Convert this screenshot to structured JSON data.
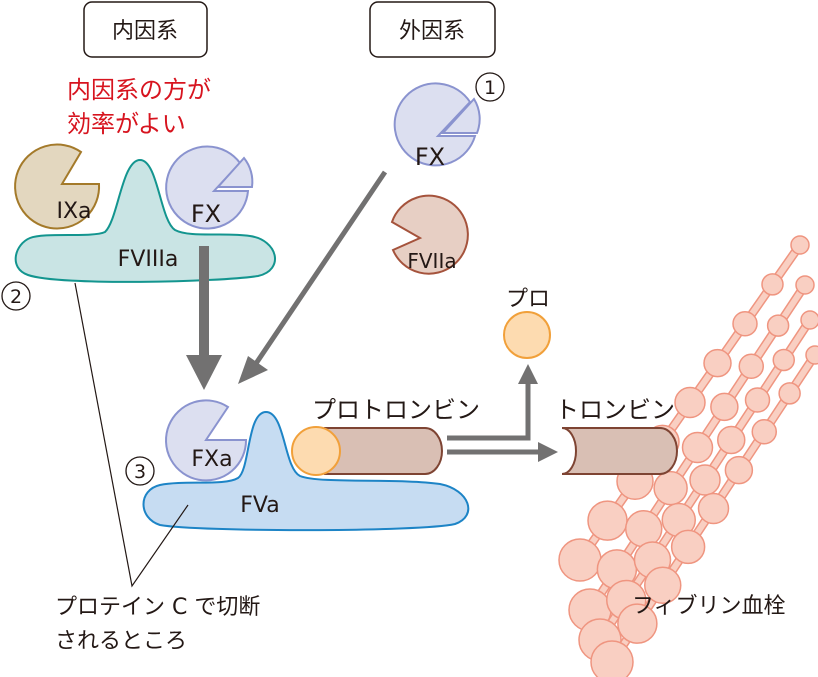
{
  "headers": {
    "intrinsic": "内因系",
    "extrinsic": "外因系"
  },
  "note": {
    "line1": "内因系の方が",
    "line2": "効率がよい",
    "color": "#d7141f"
  },
  "steps": {
    "one": "①",
    "two": "②",
    "three": "③"
  },
  "factors": {
    "ixa": "IXa",
    "fx_intrinsic": "FX",
    "fviiia": "FVIIIa",
    "fx_extrinsic": "FX",
    "fviia": "FVIIa",
    "fxa": "FXa",
    "fva": "FVa"
  },
  "molecules": {
    "prothrombin": "プロトロンビン",
    "pro": "プロ",
    "thrombin": "トロンビン",
    "fibrin_clot": "フィブリン血栓"
  },
  "annotation": {
    "line1": "プロテイン C で切断",
    "line2": "されるところ"
  },
  "colors": {
    "ixa_fill": "#e3d7bf",
    "ixa_stroke": "#a47a2a",
    "fx_fill": "#dcdff0",
    "fx_stroke": "#8a93cf",
    "fviiia_fill": "#c9e4e4",
    "fviiia_stroke": "#13958f",
    "fviia_fill": "#e7cfc4",
    "fviia_stroke": "#a5533c",
    "fva_fill": "#c6dcf2",
    "fva_stroke": "#1d84c6",
    "pro_fill": "#fddbb0",
    "pro_stroke": "#f1a03a",
    "thrombin_fill": "#d9bfb4",
    "thrombin_stroke": "#7e4433",
    "fibrin_fill": "#f9cfc2",
    "fibrin_stroke": "#ef9580",
    "arrow": "#727171"
  }
}
